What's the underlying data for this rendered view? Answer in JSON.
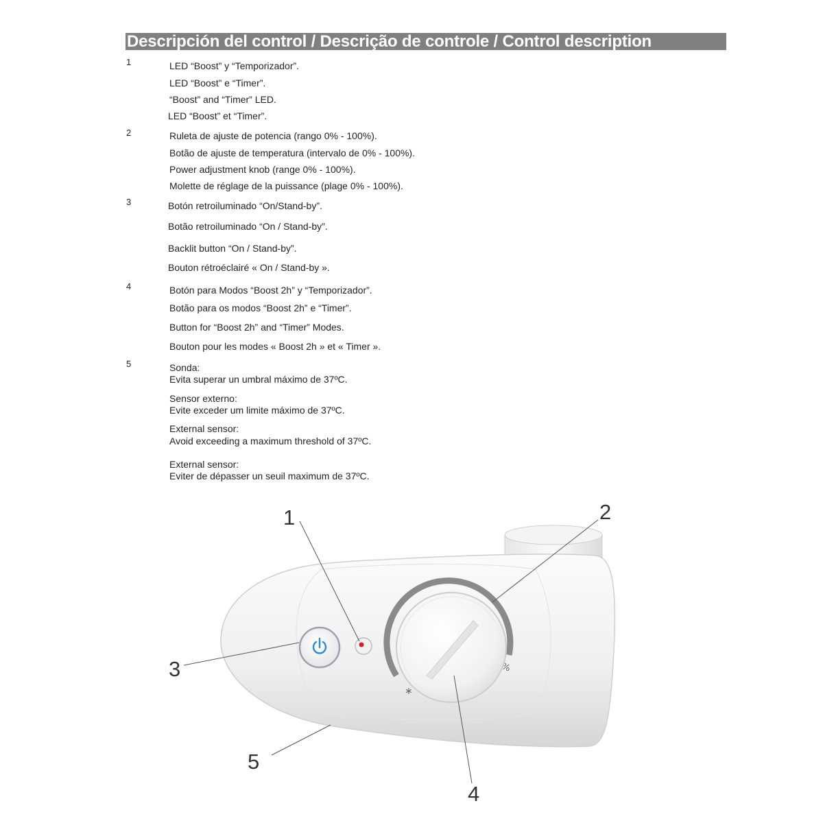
{
  "header": {
    "title": "Descripción del control / Descrição de controle / Control description"
  },
  "items": [
    {
      "number": "1",
      "lines": [
        "LED “Boost” y “Temporizador”.",
        "LED “Boost” e “Timer”.",
        "“Boost” and “Timer” LED.",
        "LED “Boost” et “Timer”."
      ]
    },
    {
      "number": "2",
      "lines": [
        "Ruleta de ajuste de potencia (rango 0% - 100%).",
        "Botão de ajuste de temperatura (intervalo de 0% - 100%).",
        "Power adjustment knob (range 0% - 100%).",
        "Molette de réglage de la puissance (plage 0% - 100%)."
      ]
    },
    {
      "number": "3",
      "lines": [
        "Botón retroiluminado “On/Stand-by”.",
        "Botão retroiluminado “On / Stand-by”.",
        "Backlit button “On / Stand-by”.",
        "Bouton rétroéclairé « On / Stand-by »."
      ]
    },
    {
      "number": "4",
      "lines": [
        "Botón para Modos “Boost 2h” y “Temporizador”.",
        "Botão para os modos “Boost 2h” e “Timer”.",
        "Button for “Boost 2h” and “Timer” Modes.",
        "Bouton pour les modes « Boost 2h » et « Timer »."
      ]
    },
    {
      "number": "5",
      "lines": [
        "Sonda:",
        "Evita superar un umbral máximo de 37ºC.",
        "Sensor externo:",
        "Evite exceder um limite máximo de 37ºC.",
        "External sensor:",
        "Avoid exceeding a maximum threshold of 37ºC.",
        "External sensor:",
        "Eviter de dépasser un seuil maximum de 37ºC."
      ]
    }
  ],
  "diagram": {
    "callouts": [
      "1",
      "2",
      "3",
      "4",
      "5"
    ],
    "dial_mark_min": "∗",
    "dial_mark_max": "%",
    "power_icon": "power-icon",
    "led_color": "#d8202a",
    "power_icon_color": "#2a8ad8"
  }
}
